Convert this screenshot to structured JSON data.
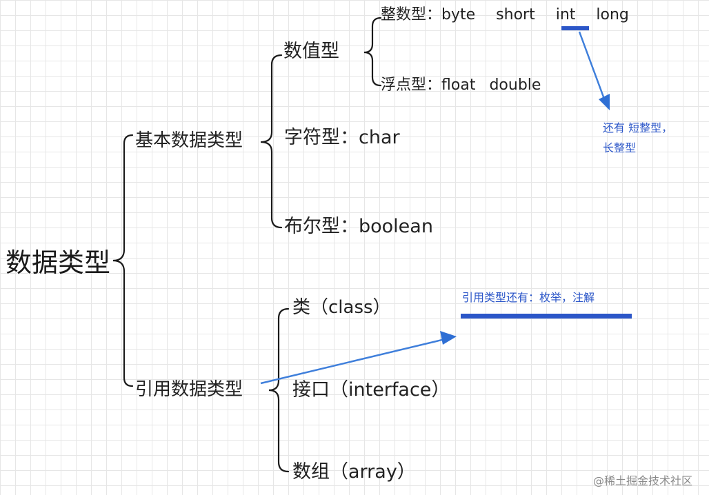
{
  "root": "数据类型",
  "basic": {
    "label": "基本数据类型",
    "numeric": {
      "label": "数值型",
      "integer_prefix": "整数型：",
      "integer_types": [
        "byte",
        "short",
        "int",
        "long"
      ],
      "float_prefix": "浮点型：",
      "float_types": [
        "float",
        "double"
      ]
    },
    "char": "字符型：char",
    "boolean": "布尔型：boolean"
  },
  "reference": {
    "label": "引用数据类型",
    "class": "类（class）",
    "interface": "接口（interface）",
    "array": "数组（array）"
  },
  "notes": {
    "int_note_line1": "还有 短整型，",
    "int_note_line2": "长整型",
    "ref_note": "引用类型还有：枚举，注解"
  },
  "watermark": "@稀土掘金技术社区",
  "colors": {
    "annotation": "#2b56c8",
    "bracket": "#1a1a1a"
  }
}
